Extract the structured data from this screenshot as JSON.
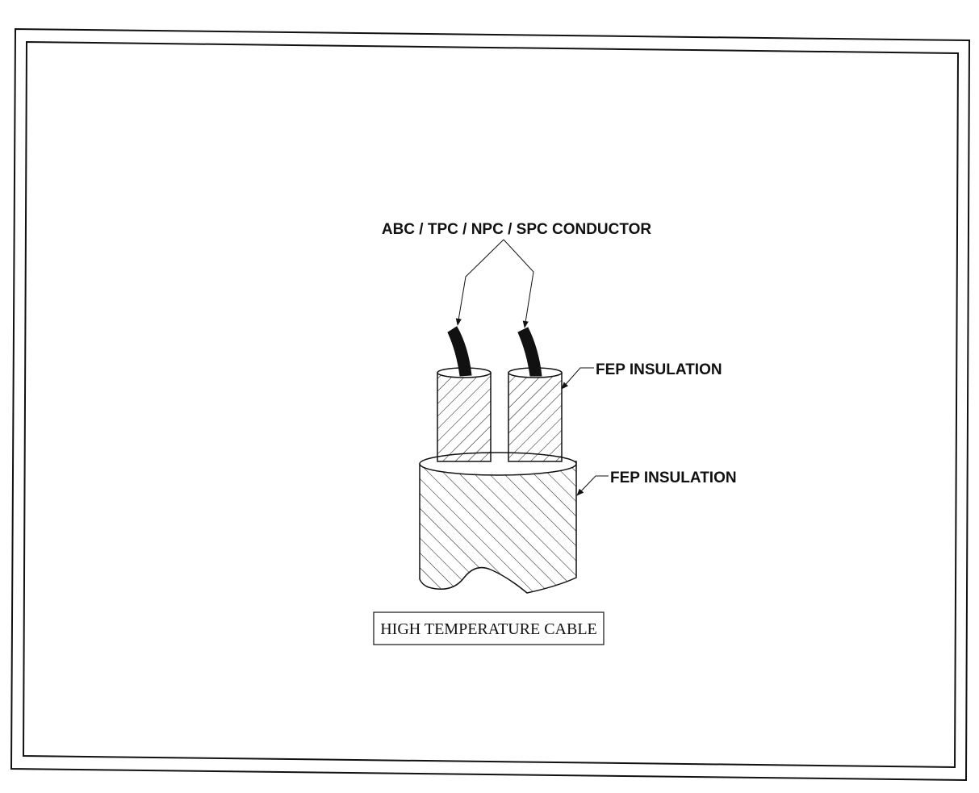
{
  "diagram": {
    "conductor_label": "ABC / TPC / NPC / SPC CONDUCTOR",
    "inner_insulation_label": "FEP INSULATION",
    "outer_insulation_label": "FEP INSULATION",
    "caption": "HIGH TEMPERATURE CABLE"
  },
  "colors": {
    "ink": "#111111",
    "background": "#ffffff"
  }
}
